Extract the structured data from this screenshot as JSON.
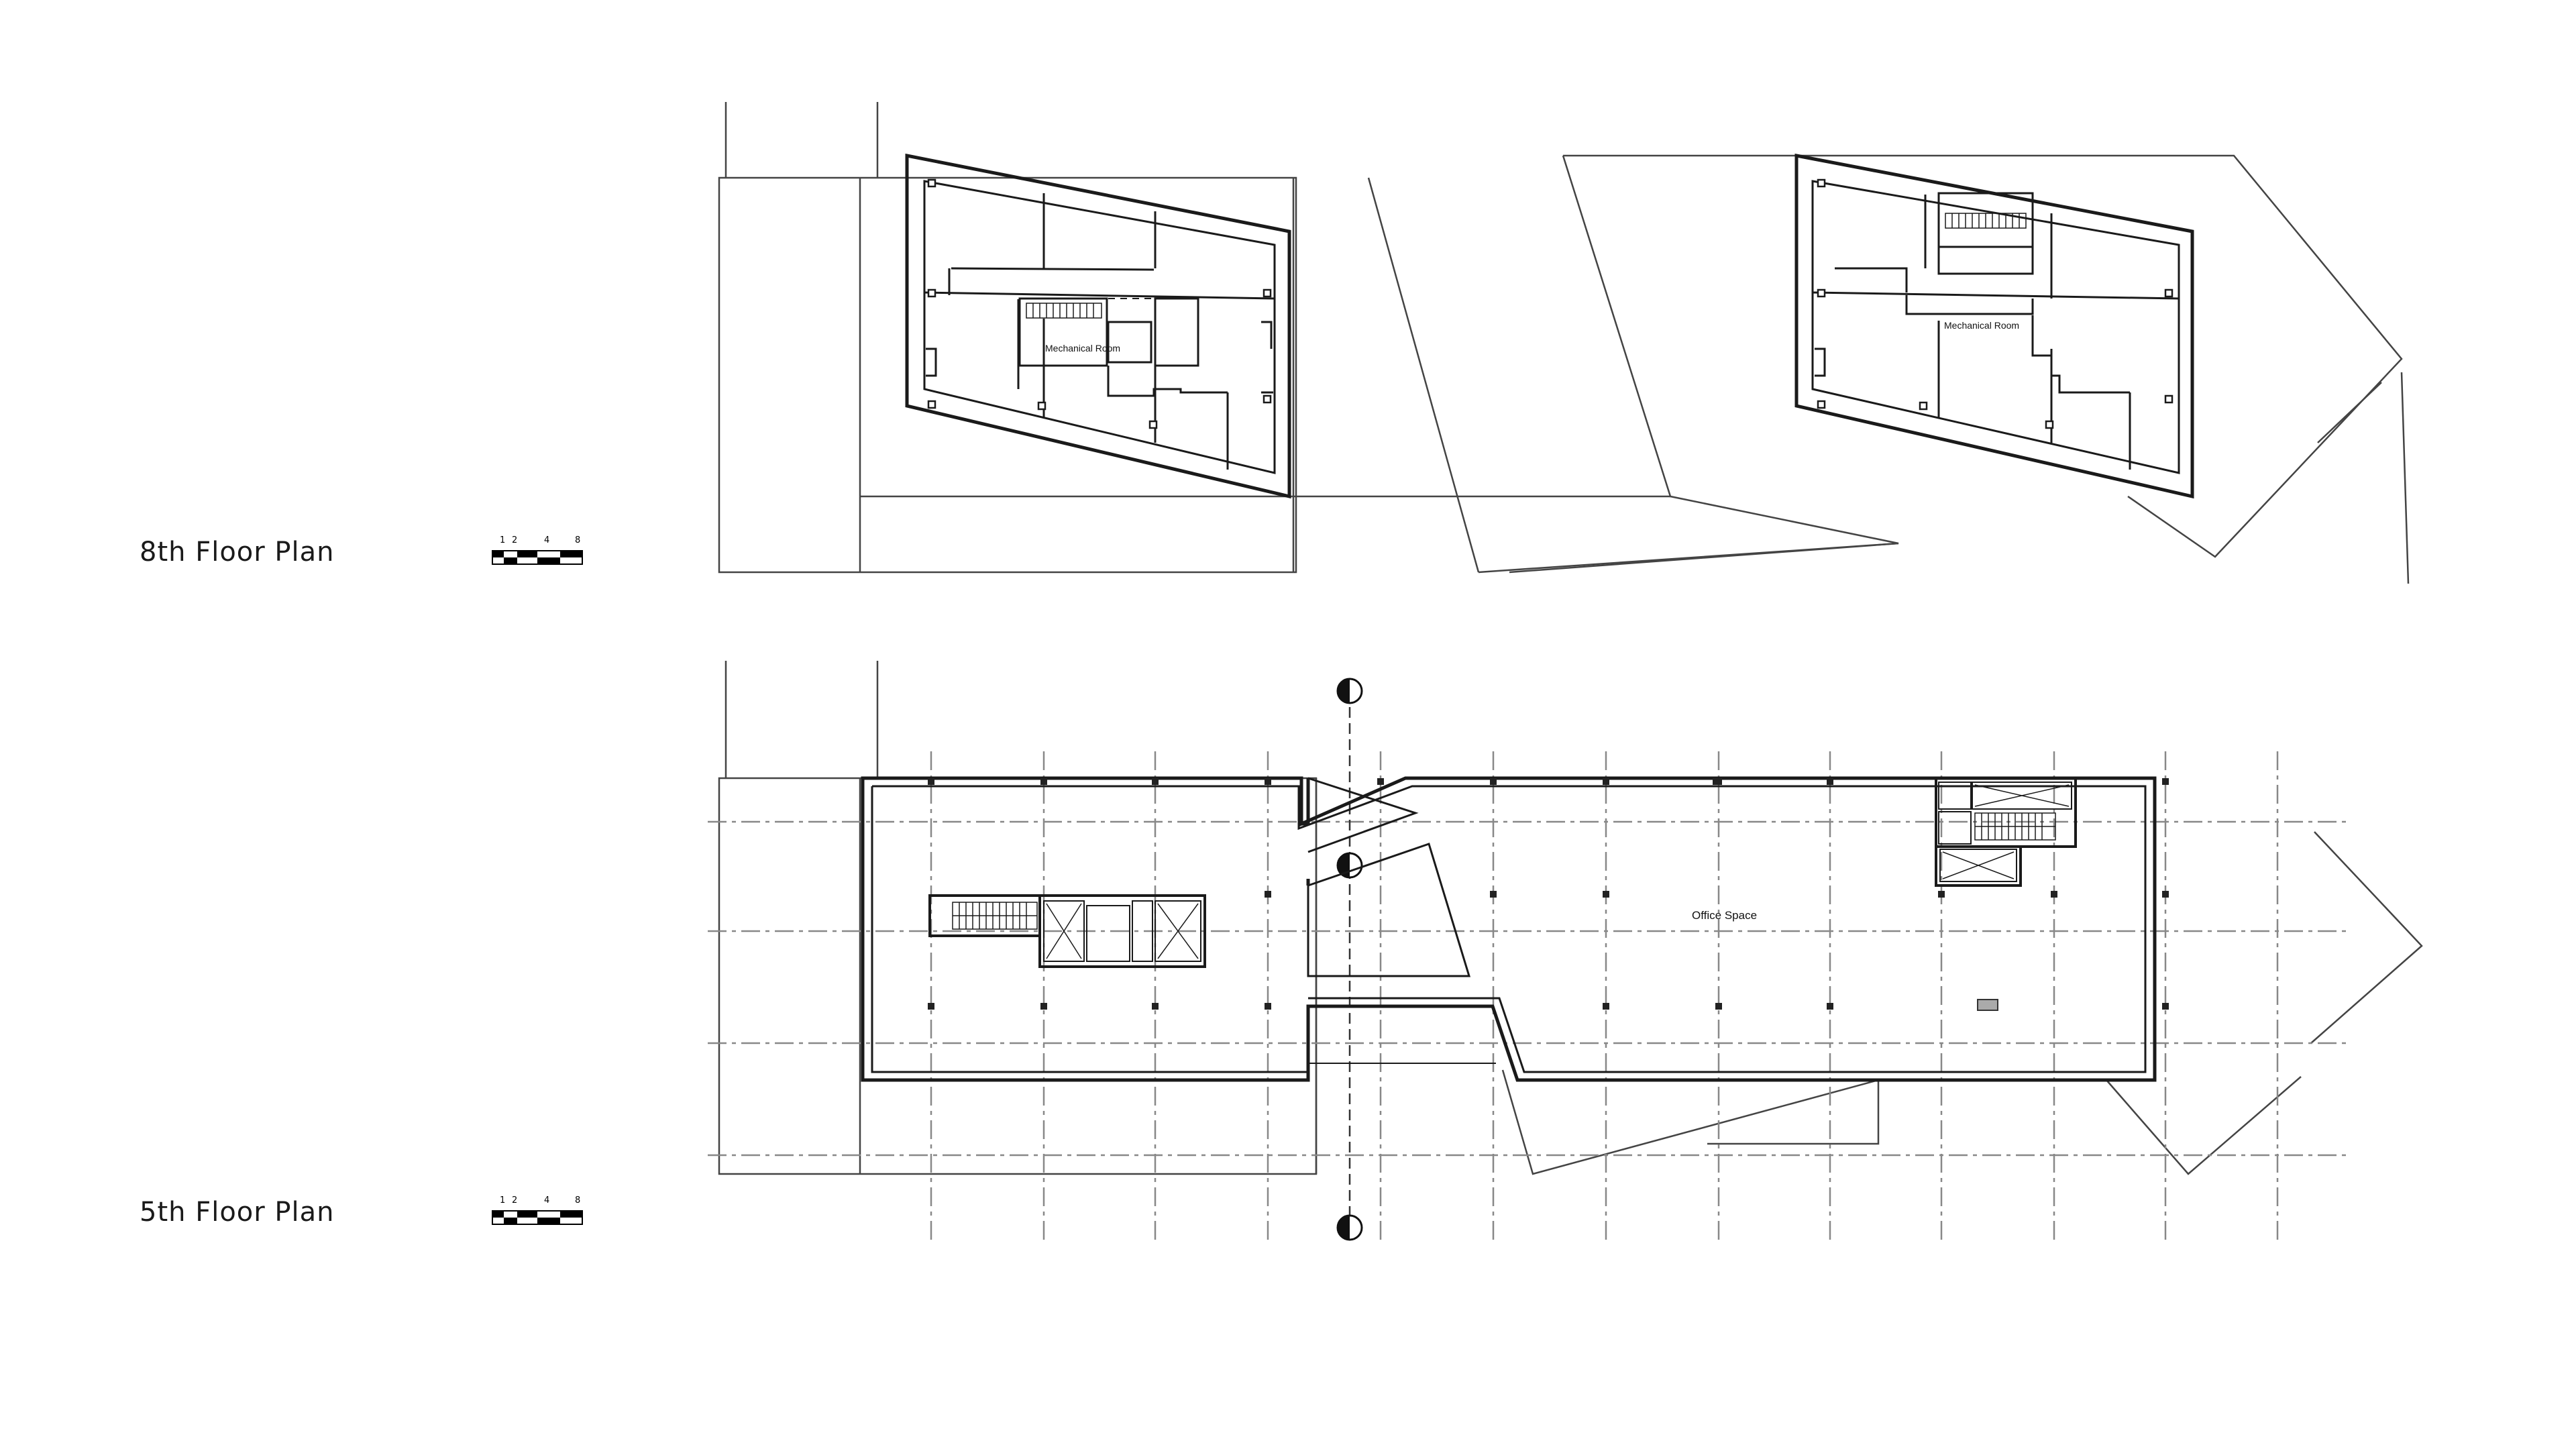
{
  "plans": {
    "upper": {
      "title": "8th Floor Plan",
      "rooms": {
        "left_mech": "Mechanical Room",
        "right_mech": "Mechanical Room"
      }
    },
    "lower": {
      "title": "5th Floor Plan",
      "rooms": {
        "office": "Office Space"
      }
    }
  },
  "scale": {
    "ticks": [
      "1",
      "2",
      "4",
      "8"
    ]
  },
  "colors": {
    "line": "#1a1a1a",
    "thin": "#555555",
    "grid": "#888888"
  }
}
